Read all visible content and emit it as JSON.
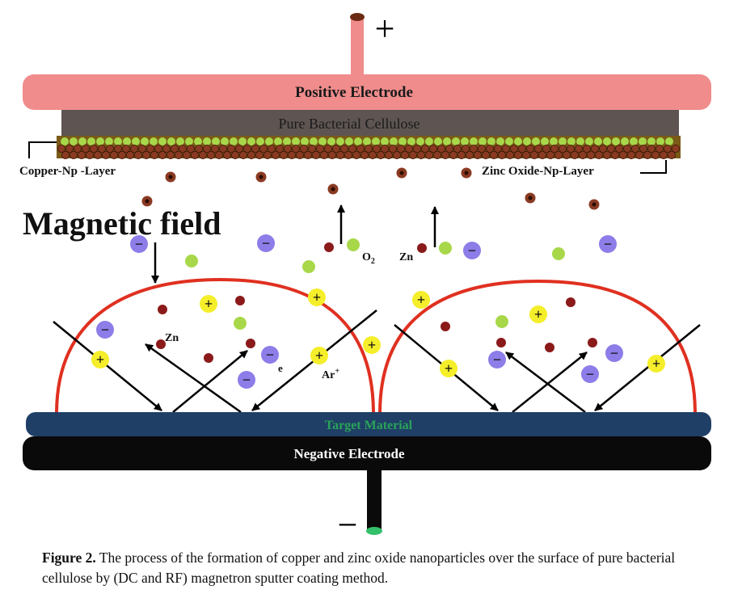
{
  "figure": {
    "polarity_positive": "+",
    "polarity_negative": "−",
    "positive_electrode_label": "Positive Electrode",
    "cellulose_label": "Pure Bacterial Cellulose",
    "copper_layer_label": "Copper-Np -Layer",
    "zinc_oxide_layer_label": "Zinc Oxide-Np-Layer",
    "magnetic_field_label": "Magnetic field",
    "o2_label": "O",
    "o2_subscript": "2",
    "zn_label_top": "Zn",
    "zn_label_plasma": "Zn",
    "electron_label": "e",
    "argon_label": "Ar",
    "argon_charge": "+",
    "target_label": "Target Material",
    "negative_electrode_label": "Negative Electrode",
    "ion_positive_symbol": "+",
    "ion_negative_symbol": "−"
  },
  "caption": {
    "figure_number": "Figure 2.",
    "text": " The process of the formation of copper and zinc oxide nanoparticles over the surface of pure bacterial cellulose by (DC and RF) magnetron sputter coating method."
  },
  "colors": {
    "positive_electrode": "#f08c8c",
    "cellulose": "#5e5553",
    "copper_particle": "#8a3a22",
    "zinc_oxide_particle": "#a8d84a",
    "plasma_dome": "#e03020",
    "target_material": "#1f3f66",
    "target_text": "#2aa35a",
    "negative_electrode": "#0a0a0a",
    "negative_ion": "#8c7de8",
    "positive_ion": "#f5ee2a",
    "zn_atom": "#8b1a1a",
    "electrode_terminal_green": "#34c06a"
  }
}
